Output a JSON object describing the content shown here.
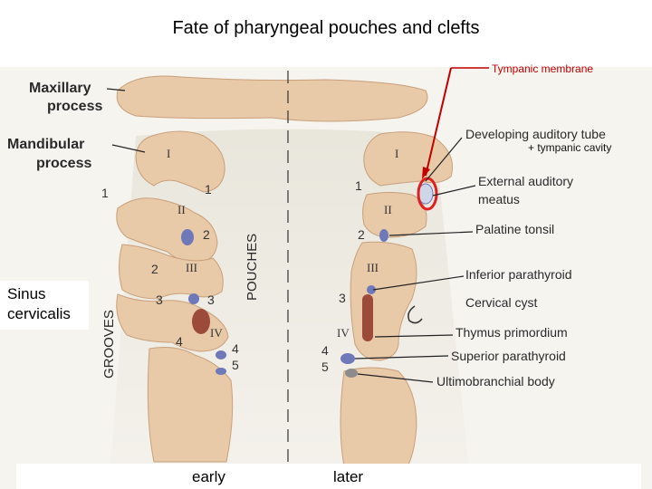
{
  "title": "Fate of pharyngeal pouches and clefts",
  "annotations": {
    "tympanic_membrane": "Tympanic membrane",
    "tympanic_cavity": "+ tympanic cavity",
    "sinus_cervicalis_line1": "Sinus",
    "sinus_cervicalis_line2": "cervicalis",
    "early": "early",
    "later": "later"
  },
  "left_labels": {
    "maxillary_1": "Maxillary",
    "maxillary_2": "process",
    "mandibular_1": "Mandibular",
    "mandibular_2": "process",
    "grooves": "GROOVES",
    "pouches": "POUCHES"
  },
  "right_labels": {
    "auditory_tube": "Developing auditory tube",
    "ext_meatus_1": "External auditory",
    "ext_meatus_2": "meatus",
    "palatine_tonsil": "Palatine tonsil",
    "inferior_parathyroid": "Inferior parathyroid",
    "cervical_cyst": "Cervical cyst",
    "thymus": "Thymus primordium",
    "superior_parathyroid": "Superior parathyroid",
    "ultimobranchial": "Ultimobranchial body"
  },
  "left_numbers": {
    "arch_I": "I",
    "arch_II": "II",
    "arch_III": "III",
    "arch_IV": "IV",
    "groove_1": "1",
    "groove_2": "2",
    "groove_3": "3",
    "groove_4": "4",
    "pouch_1": "1",
    "pouch_2": "2",
    "pouch_3": "3",
    "pouch_4": "4",
    "pouch_5": "5"
  },
  "right_numbers": {
    "arch_I": "I",
    "arch_II": "II",
    "arch_III": "III",
    "arch_IV": "IV",
    "pouch_1": "1",
    "pouch_2": "2",
    "pouch_3": "3",
    "pouch_4": "4",
    "pouch_5": "5"
  },
  "colors": {
    "tissue": "#e8c9a8",
    "tissue_edge": "#c9a07c",
    "pouch_blue": "#6f78b8",
    "thymus_brown": "#9c4a3a",
    "marker_red": "#e02020",
    "annotation_red": "#c00000"
  }
}
